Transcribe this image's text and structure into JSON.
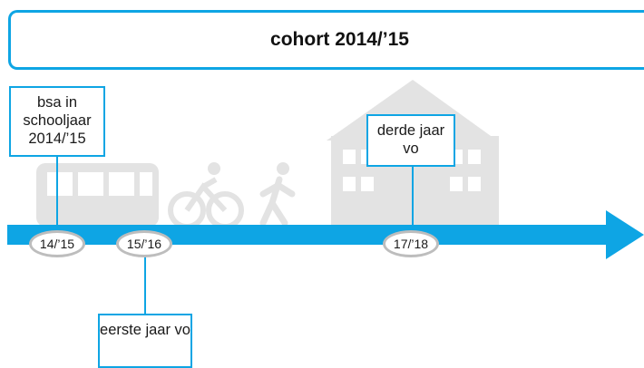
{
  "title": "cohort 2014/’15",
  "callouts": {
    "bsa": "bsa in schooljaar 2014/’15",
    "eerste": "eerste jaar vo",
    "derde": "derde jaar vo"
  },
  "nodes": [
    "14/’15",
    "15/’16",
    "17/’18"
  ],
  "colors": {
    "accent": "#0ea5e4",
    "icon_gray": "#e3e3e3",
    "node_border": "#bdbdbd"
  },
  "icons": [
    "bus-icon",
    "cyclist-icon",
    "walker-icon",
    "school-building-icon"
  ]
}
